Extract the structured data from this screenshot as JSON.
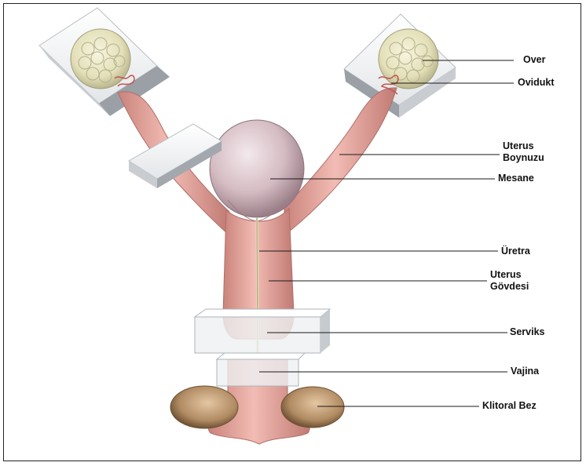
{
  "labels": {
    "over": "Over",
    "ovidukt": "Ovidukt",
    "uterus_boynuzu": "Uterus\nBoynuzu",
    "mesane": "Mesane",
    "uretra": "Üretra",
    "uterus_govdesi": "Uterus\nGövdesi",
    "serviks": "Serviks",
    "vajina": "Vajina",
    "klitoral_bez": "Klitoral Bez"
  },
  "colors": {
    "tissue": "#e9a8a0",
    "tissue_dark": "#c97c76",
    "bladder": "#d9c3c8",
    "ovary": "#ebe8c8",
    "gland": "#b08a62",
    "block": "#eef0f2",
    "leader": "#1a1a1a"
  }
}
